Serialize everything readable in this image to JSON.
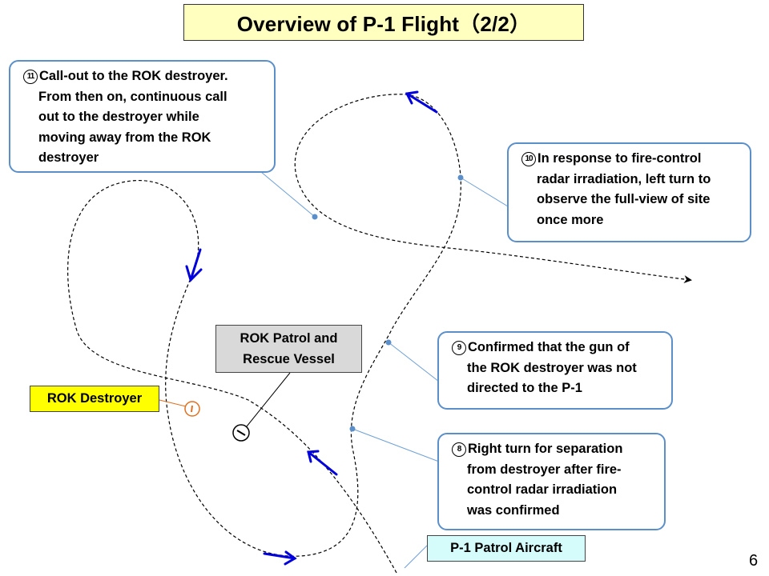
{
  "title": "Overview of P-1 Flight（2/2）",
  "page_number": "6",
  "callouts": {
    "c11": {
      "number": "11",
      "lines": [
        "Call-out to the ROK destroyer.",
        "From then on, continuous call",
        "out to the destroyer while",
        "moving away from the ROK",
        "destroyer"
      ]
    },
    "c10": {
      "number": "10",
      "lines": [
        "In response to fire-control",
        "radar irradiation, left turn to",
        "observe the full-view of site",
        "once more"
      ]
    },
    "c9": {
      "number": "9",
      "lines": [
        "Confirmed that the gun of",
        "the ROK destroyer was not",
        "directed to the P-1"
      ]
    },
    "c8": {
      "number": "8",
      "lines": [
        "Right turn for separation",
        "from destroyer after fire-",
        "control radar irradiation",
        "was confirmed"
      ]
    }
  },
  "labels": {
    "rok_destroyer": "ROK Destroyer",
    "patrol_vessel": [
      "ROK Patrol and",
      "Rescue Vessel"
    ],
    "p1_aircraft": "P-1 Patrol Aircraft"
  },
  "colors": {
    "callout_border": "#5b8fc9",
    "direction_arrow": "#0000dd",
    "destroyer_marker": "#e07020",
    "title_bg": "#ffffc0",
    "destroyer_label_bg": "#ffff00",
    "vessel_label_bg": "#d9d9d9",
    "aircraft_label_bg": "#d5fbfb"
  }
}
